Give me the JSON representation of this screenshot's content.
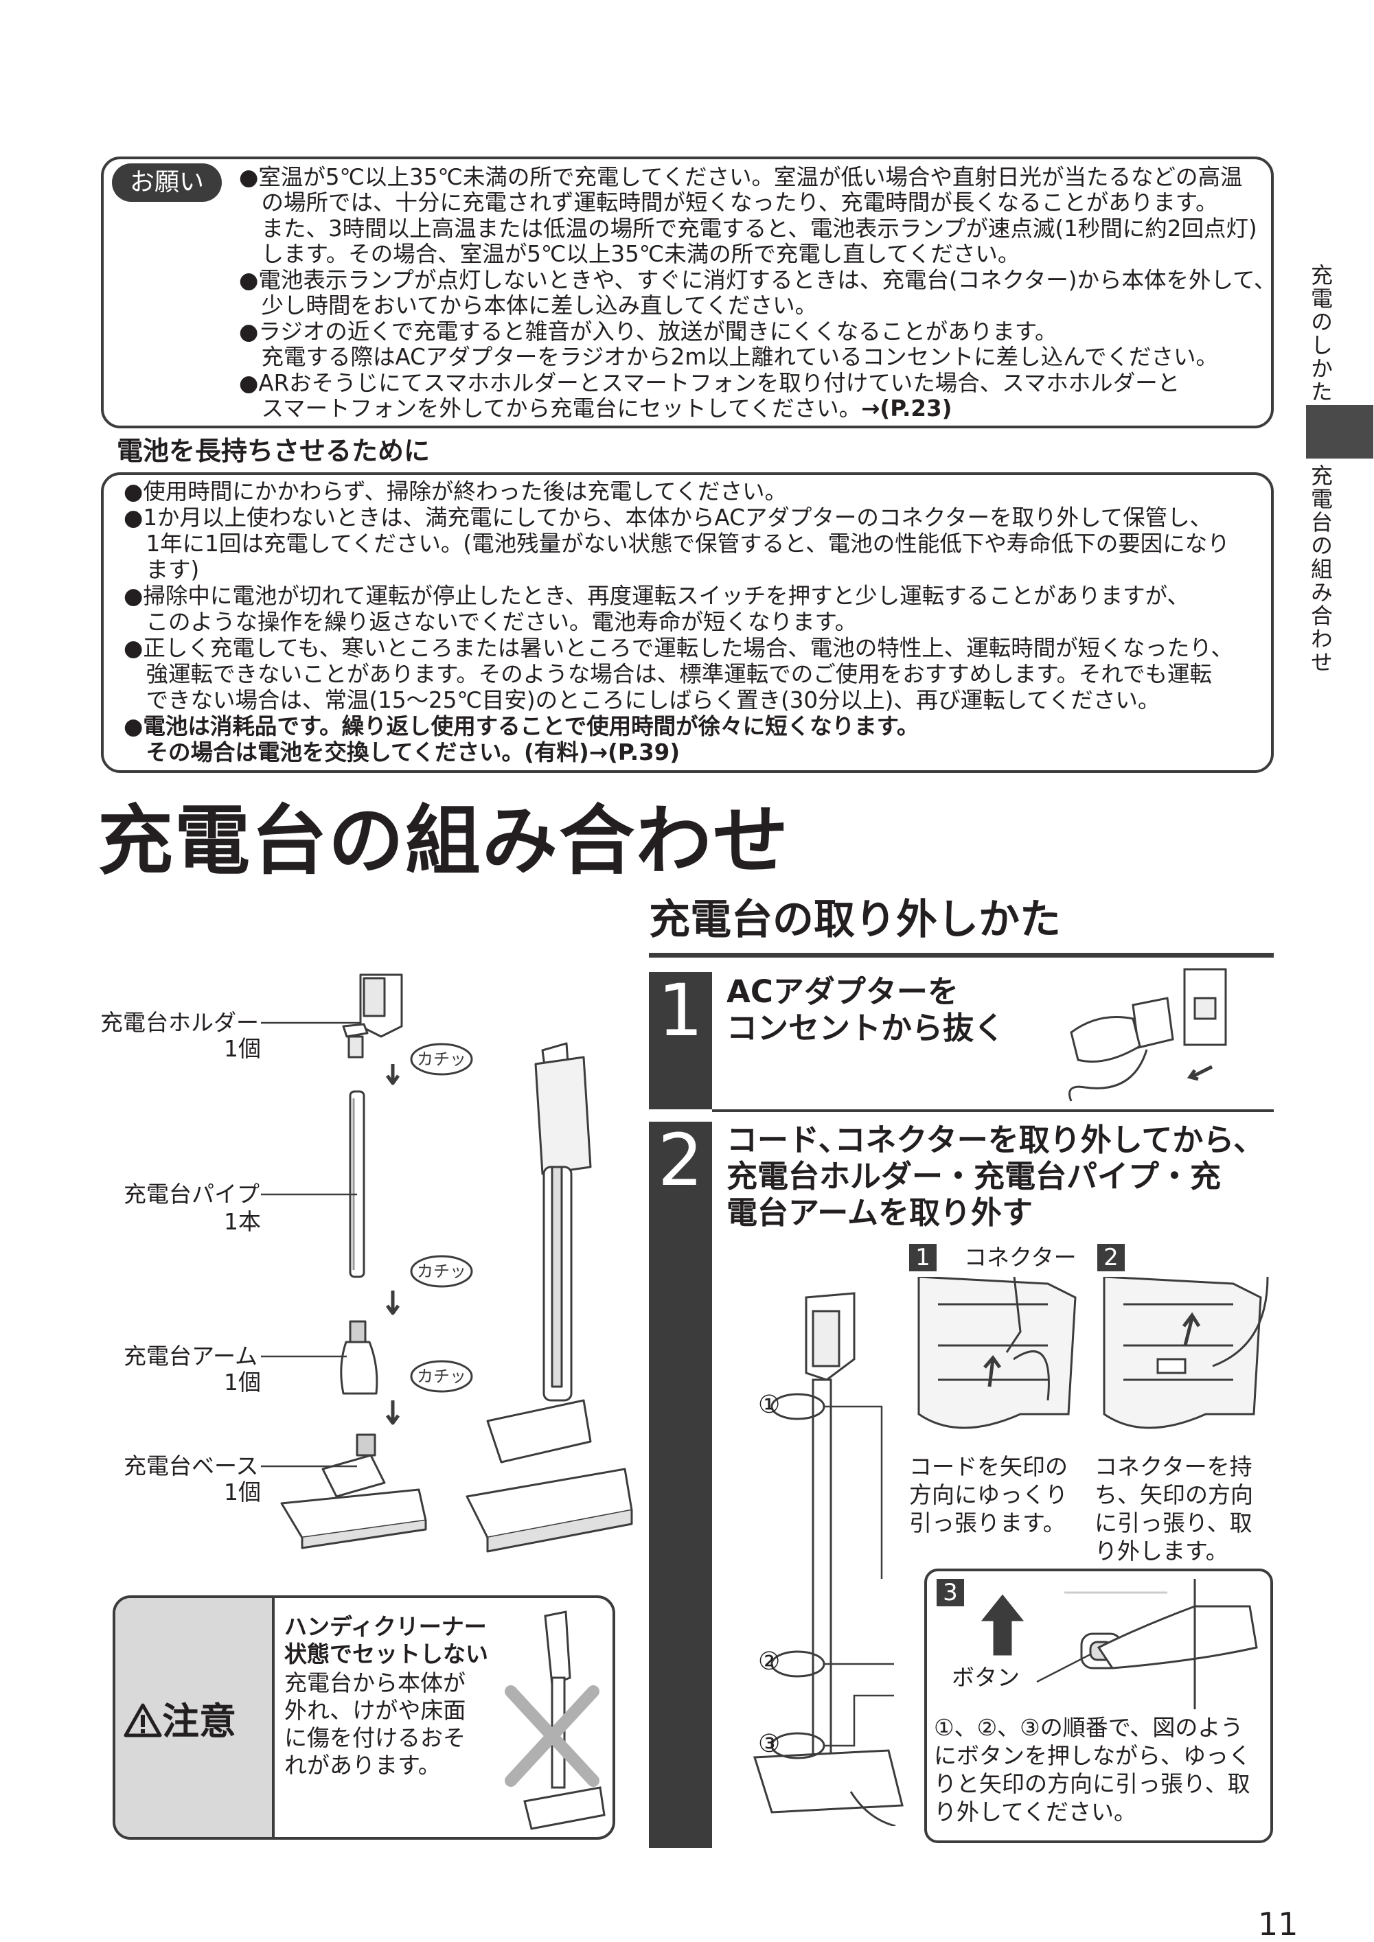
{
  "onegai": {
    "badge": "お願い",
    "lines": [
      "●室温が5℃以上35℃未満の所で充電してください。室温が低い場合や直射日光が当たるなどの高温",
      "　の場所では、十分に充電されず運転時間が短くなったり、充電時間が長くなることがあります。",
      "　また、3時間以上高温または低温の場所で充電すると、電池表示ランプが速点滅(1秒間に約2回点灯)",
      "　します。その場合、室温が5℃以上35℃未満の所で充電し直してください。",
      "●電池表示ランプが点灯しないときや、すぐに消灯するときは、充電台(コネクター)から本体を外して、",
      "　少し時間をおいてから本体に差し込み直してください。",
      "●ラジオの近くで充電すると雑音が入り、放送が聞きにくくなることがあります。",
      "　充電する際はACアダプターをラジオから2m以上離れているコンセントに差し込んでください。",
      "●ARおそうじにてスマホホルダーとスマートフォンを取り付けていた場合、スマホホルダーと",
      "　スマートフォンを外してから充電台にセットしてください。"
    ],
    "ref": "→(P.23)"
  },
  "battery": {
    "heading": "電池を長持ちさせるために",
    "lines": [
      "●使用時間にかかわらず、掃除が終わった後は充電してください。",
      "●1か月以上使わないときは、満充電にしてから、本体からACアダプターのコネクターを取り外して保管し、",
      "　1年に1回は充電してください。(電池残量がない状態で保管すると、電池の性能低下や寿命低下の要因になり",
      "　ます)",
      "●掃除中に電池が切れて運転が停止したとき、再度運転スイッチを押すと少し運転することがありますが、",
      "　このような操作を繰り返さないでください。電池寿命が短くなります。",
      "●正しく充電しても、寒いところまたは暑いところで運転した場合、電池の特性上、運転時間が短くなったり、",
      "　強運転できないことがあります。そのような場合は、標準運転でのご使用をおすすめします。それでも運転",
      "　できない場合は、常温(15～25℃目安)のところにしばらく置き(30分以上)、再び運転してください。"
    ],
    "bold_lines": [
      "●電池は消耗品です。繰り返し使用することで使用時間が徐々に短くなります。",
      "　その場合は電池を交換してください。(有料)→(P.39)"
    ]
  },
  "side_tab": {
    "top": "充電のしかた",
    "bottom": "充電台の組み合わせ",
    "accent_color": "#4a4a4a"
  },
  "title": "充電台の組み合わせ",
  "parts": {
    "holder": "充電台ホルダー",
    "holder_count": "1個",
    "pipe": "充電台パイプ",
    "pipe_count": "1本",
    "arm": "充電台アーム",
    "arm_count": "1個",
    "base": "充電台ベース",
    "base_count": "1個",
    "click": "カチッ"
  },
  "caution": {
    "label": "注意",
    "icon": "warning-triangle-icon",
    "heading1": "ハンディクリーナー",
    "heading2": "状態でセットしない",
    "lines": [
      "充電台から本体が",
      "外れ、けがや床面",
      "に傷を付けるおそ",
      "れがあります。"
    ]
  },
  "removal": {
    "heading": "充電台の取り外しかた",
    "step1_num": "1",
    "step1_title": [
      "ACアダプターを",
      "コンセントから抜く"
    ],
    "step2_num": "2",
    "step2_title": [
      "コード､コネクターを取り外してから､",
      "充電台ホルダー・充電台パイプ・充",
      "電台アームを取り外す"
    ],
    "sub1": "1",
    "sub2": "2",
    "sub3": "3",
    "connector_label": "コネクター",
    "sub1_desc": [
      "コードを矢印の",
      "方向にゆっくり",
      "引っ張ります。"
    ],
    "sub2_desc": [
      "コネクターを持",
      "ち、矢印の方向",
      "に引っ張り、取",
      "り外します。"
    ],
    "button_label": "ボタン",
    "circle1": "①",
    "circle2": "②",
    "circle3": "③",
    "sub3_desc": [
      "①、②、③の順番で、図のよう",
      "にボタンを押しながら、ゆっく",
      "りと矢印の方向に引っ張り、取",
      "り外してください。"
    ]
  },
  "page_number": "11"
}
